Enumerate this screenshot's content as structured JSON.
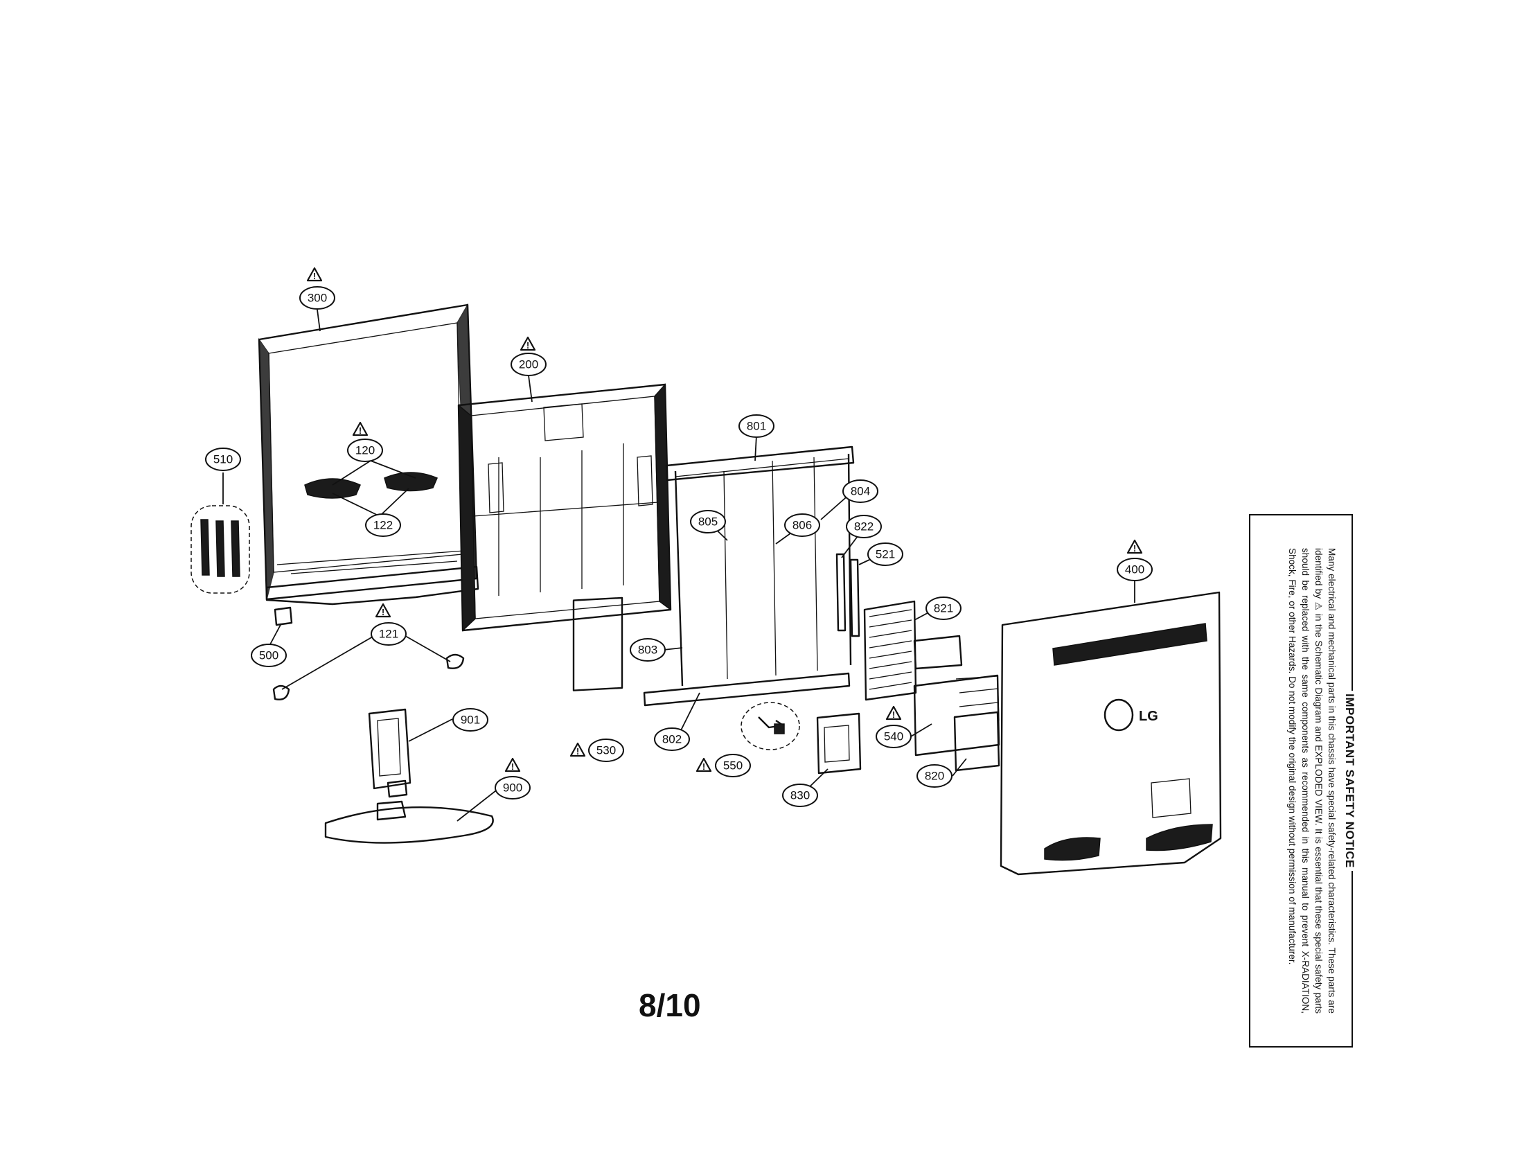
{
  "diagram": {
    "callouts": {
      "p300": "300",
      "p200": "200",
      "p120": "120",
      "p122": "122",
      "p510": "510",
      "p500": "500",
      "p121": "121",
      "p901": "901",
      "p900": "900",
      "p530": "530",
      "p801": "801",
      "p805": "805",
      "p806": "806",
      "p804": "804",
      "p822": "822",
      "p521": "521",
      "p803": "803",
      "p802": "802",
      "p550": "550",
      "p830": "830",
      "p821": "821",
      "p540": "540",
      "p820": "820",
      "p400": "400"
    },
    "warning_symbol": "!",
    "logo_text": "LG"
  },
  "page_number": "8/10",
  "safety_notice": {
    "title": "IMPORTANT SAFETY NOTICE",
    "text": "Many electrical and mechanical parts in this chassis have special safety-related characteristics. These parts are identified by ⚠ in the Schematic Diagram and EXPLODED VIEW. It is essential that these special safety parts should be replaced with the same components as recommended in this manual to prevent X-RADIATION, Shock, Fire, or other Hazards. Do not modify the original design without permission of manufacturer."
  }
}
